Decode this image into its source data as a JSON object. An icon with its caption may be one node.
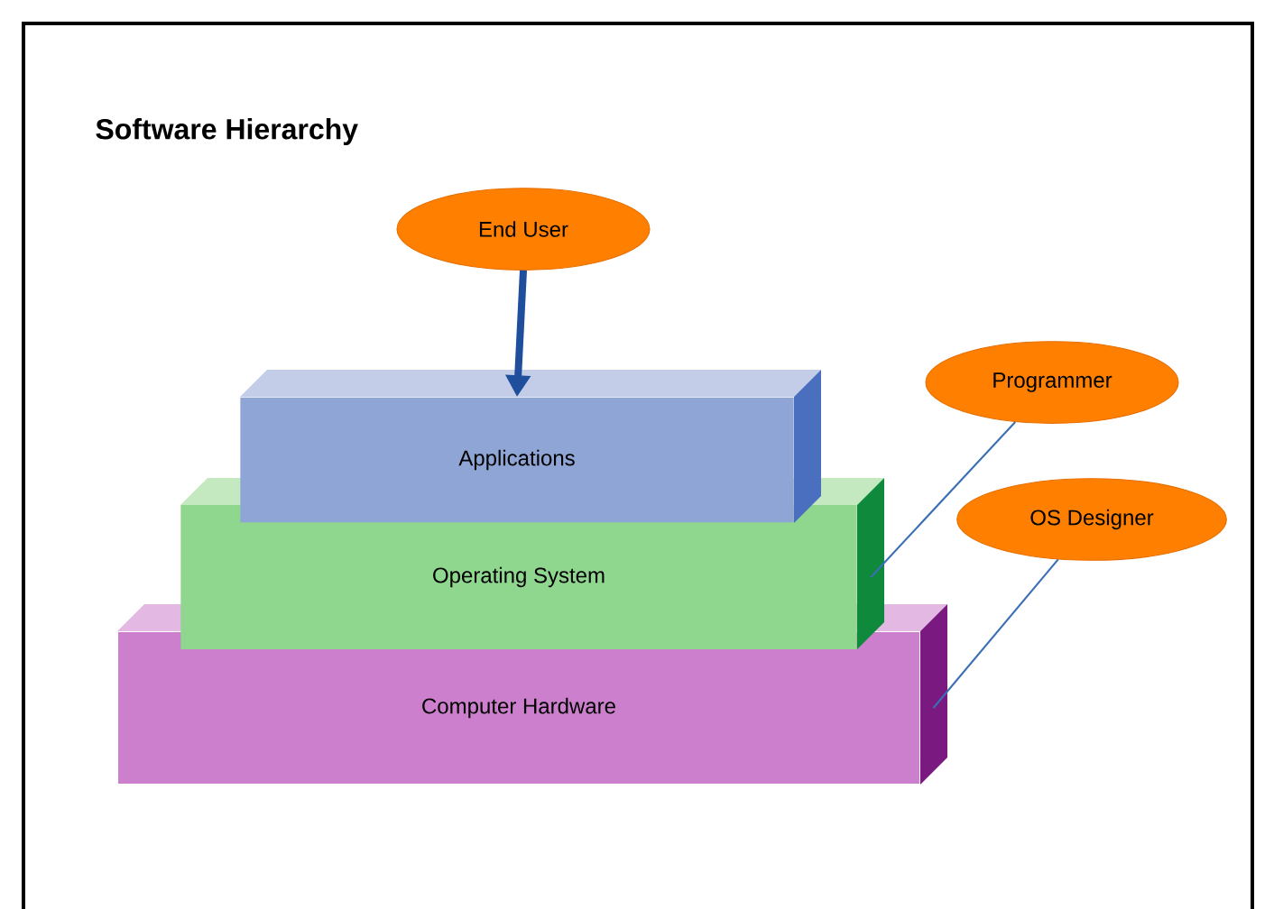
{
  "diagram": {
    "title": "Software Hierarchy",
    "nodes": [
      {
        "text": [
          "End User"
        ]
      },
      {
        "text": [
          "Applications"
        ]
      },
      {
        "text": [
          "Operating System"
        ]
      },
      {
        "text": [
          "Computer Hardware"
        ]
      },
      {
        "text": [
          "Programmer"
        ]
      },
      {
        "text": [
          "OS Designer"
        ]
      }
    ],
    "edges": [
      {
        "from": 0,
        "to": 1,
        "arrow": "to",
        "style": "thick",
        "color": "#1f4e9c"
      },
      {
        "from": 4,
        "to": 2,
        "arrow": "none"
      },
      {
        "from": 5,
        "to": 3,
        "arrow": "none"
      }
    ]
  }
}
